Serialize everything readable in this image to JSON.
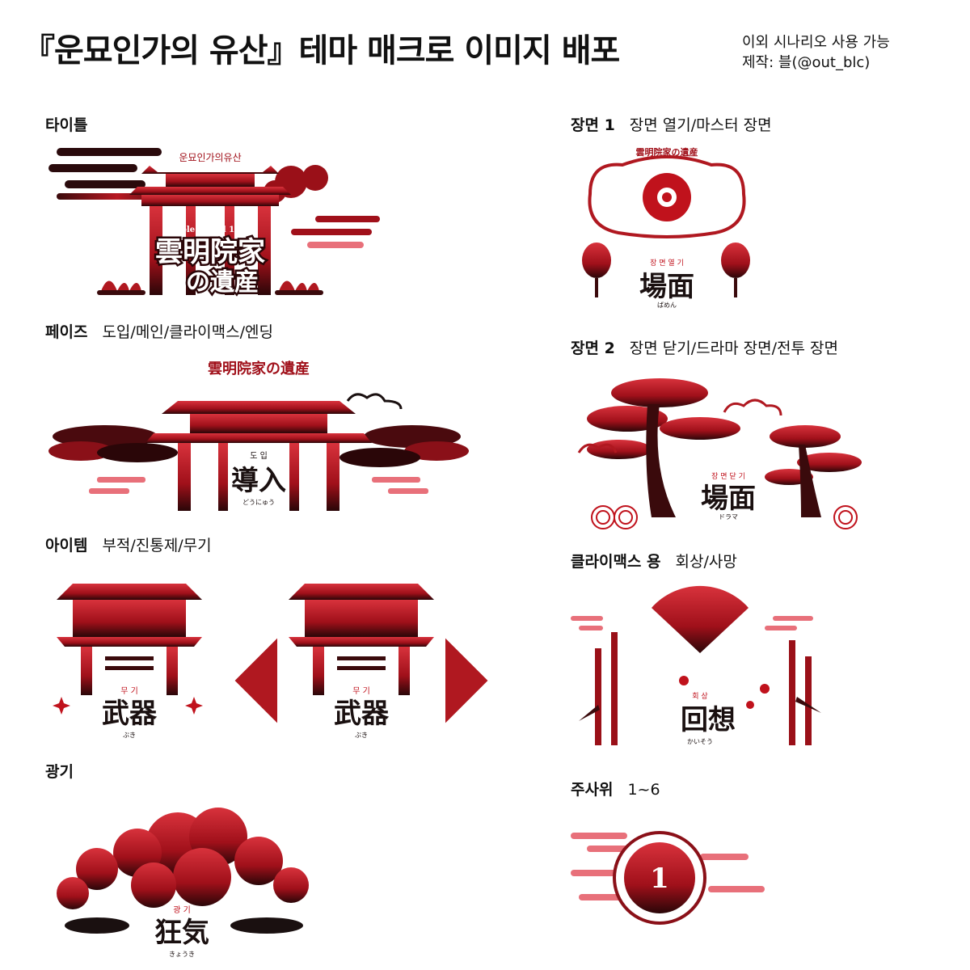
{
  "header": {
    "title": "『운묘인가의 유산』테마 매크로 이미지 배포",
    "credit_line1": "이외 시나리오 사용 가능",
    "credit_line2": "제작: 블(@out_blc)"
  },
  "sections": {
    "title": {
      "label": "타이틀",
      "desc": ""
    },
    "phase": {
      "label": "페이즈",
      "desc": "도입/메인/클라이맥스/엔딩"
    },
    "item": {
      "label": "아이템",
      "desc": "부적/진통제/무기"
    },
    "madness": {
      "label": "광기",
      "desc": ""
    },
    "scene1": {
      "label": "장면 1",
      "desc": "장면 열기/마스터 장면"
    },
    "scene2": {
      "label": "장면 2",
      "desc": "장면 닫기/드라마 장면/전투 장면"
    },
    "climax": {
      "label": "클라이맥스 용",
      "desc": "회상/사망"
    },
    "dice": {
      "label": "주사위",
      "desc": "1~6"
    }
  },
  "art": {
    "title_art": {
      "top": "운묘인가의유산",
      "sub": "Role & Roll 160",
      "main": "雲明院家",
      "main2": "の遺産"
    },
    "phase_art": {
      "arc": "雲明院家の遺産",
      "ko": "도 입",
      "main": "導入",
      "kana": "どうにゅう"
    },
    "item_art_1": {
      "ko": "무 기",
      "main": "武器",
      "kana": "ぶき"
    },
    "item_art_2": {
      "ko": "무 기",
      "main": "武器",
      "kana": "ぶき"
    },
    "madness_art": {
      "ko": "광 기",
      "main": "狂気",
      "kana": "きょうき"
    },
    "scene1_art": {
      "arc": "雲明院家の遺産",
      "ko": "장 면 열 기",
      "main": "場面",
      "kana": "ばめん"
    },
    "scene2_art": {
      "ko": "장 면 닫 기",
      "main": "場面",
      "kana": "ドラマ"
    },
    "climax_art": {
      "ko": "회 상",
      "main": "回想",
      "kana": "かいそう"
    },
    "dice_art": {
      "main": "1"
    }
  },
  "colors": {
    "red": "#c0121c",
    "dark": "#3a0a0c",
    "pink": "#e8707a",
    "black": "#1a1010"
  }
}
